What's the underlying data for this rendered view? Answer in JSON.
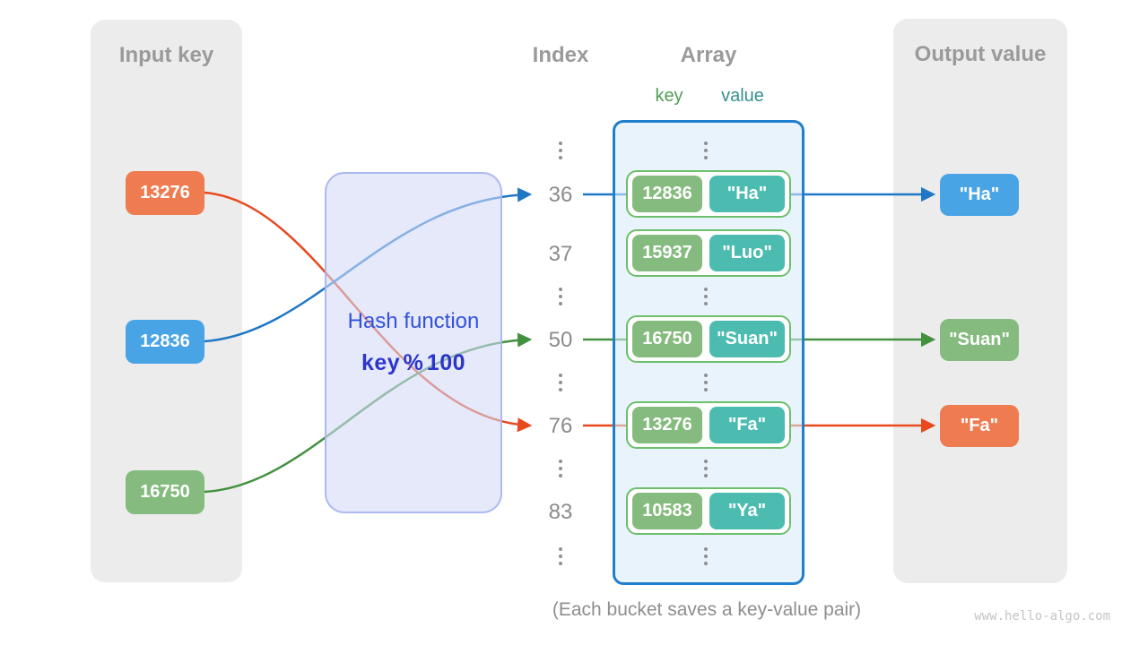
{
  "panels": {
    "input": {
      "title": "Input key",
      "keys": [
        {
          "label": "13276",
          "color": "#ef7b51"
        },
        {
          "label": "12836",
          "color": "#49a4e6"
        },
        {
          "label": "16750",
          "color": "#85bb7e"
        }
      ]
    },
    "output": {
      "title": "Output value",
      "values": [
        {
          "label": "\"Ha\"",
          "color": "#49a4e6"
        },
        {
          "label": "\"Suan\"",
          "color": "#85bb7e"
        },
        {
          "label": "\"Fa\"",
          "color": "#ef7b51"
        }
      ]
    }
  },
  "hash": {
    "title": "Hash function",
    "formula": "key % 100"
  },
  "columns": {
    "index_title": "Index",
    "array_title": "Array",
    "key_label": "key",
    "value_label": "value"
  },
  "rows": [
    {
      "index": "36",
      "key": "12836",
      "value": "\"Ha\"",
      "linked": true,
      "line_color": "#2077c5"
    },
    {
      "index": "37",
      "key": "15937",
      "value": "\"Luo\"",
      "linked": false,
      "line_color": null
    },
    {
      "index": "50",
      "key": "16750",
      "value": "\"Suan\"",
      "linked": true,
      "line_color": "#43913f"
    },
    {
      "index": "76",
      "key": "13276",
      "value": "\"Fa\"",
      "linked": true,
      "line_color": "#e8491f"
    },
    {
      "index": "83",
      "key": "10583",
      "value": "\"Ya\"",
      "linked": false,
      "line_color": null
    }
  ],
  "caption": "(Each bucket saves a key-value pair)",
  "watermark": "www.hello-algo.com",
  "colors": {
    "box_orange": "#ef7b51",
    "box_blue": "#49a4e6",
    "box_green": "#85bb7e",
    "box_teal": "#4dbcb0",
    "line_orange": "#e8491f",
    "line_blue": "#2077c5",
    "line_green": "#43913f",
    "array_border": "#1f7ecd",
    "bucket_border": "#6cbf6b",
    "hash_title_text": "#3351dc",
    "hash_formula_text": "#2b35cc",
    "gray_text": "#9a9a9a",
    "panel_bg": "#ececec"
  }
}
